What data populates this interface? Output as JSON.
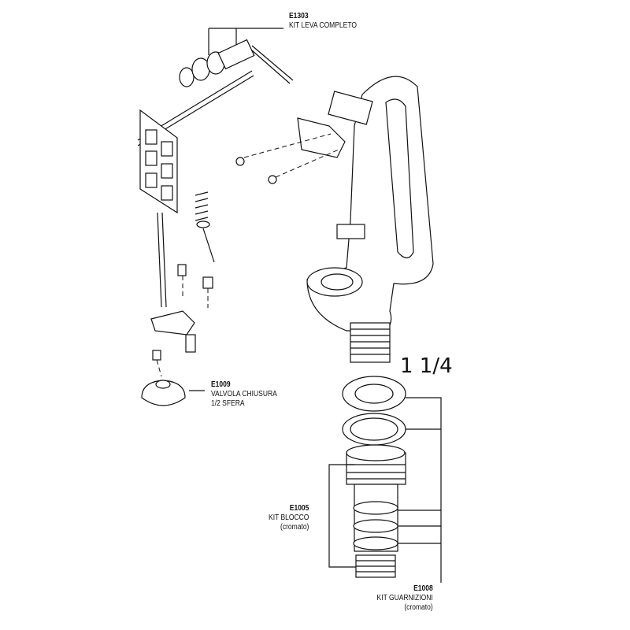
{
  "labels": {
    "e1303": {
      "code": "E1303",
      "name": "KIT LEVA COMPLETO"
    },
    "e1009": {
      "code": "E1009",
      "name": "VALVOLA CHIUSURA",
      "sub": "1/2 SFERA"
    },
    "size": "1 1/4",
    "e1005": {
      "code": "E1005",
      "name": "KIT BLOCCO",
      "sub": "(cromato)"
    },
    "e1008": {
      "code": "E1008",
      "name": "KIT GUARNIZIONI",
      "sub": "(cromato)"
    }
  }
}
